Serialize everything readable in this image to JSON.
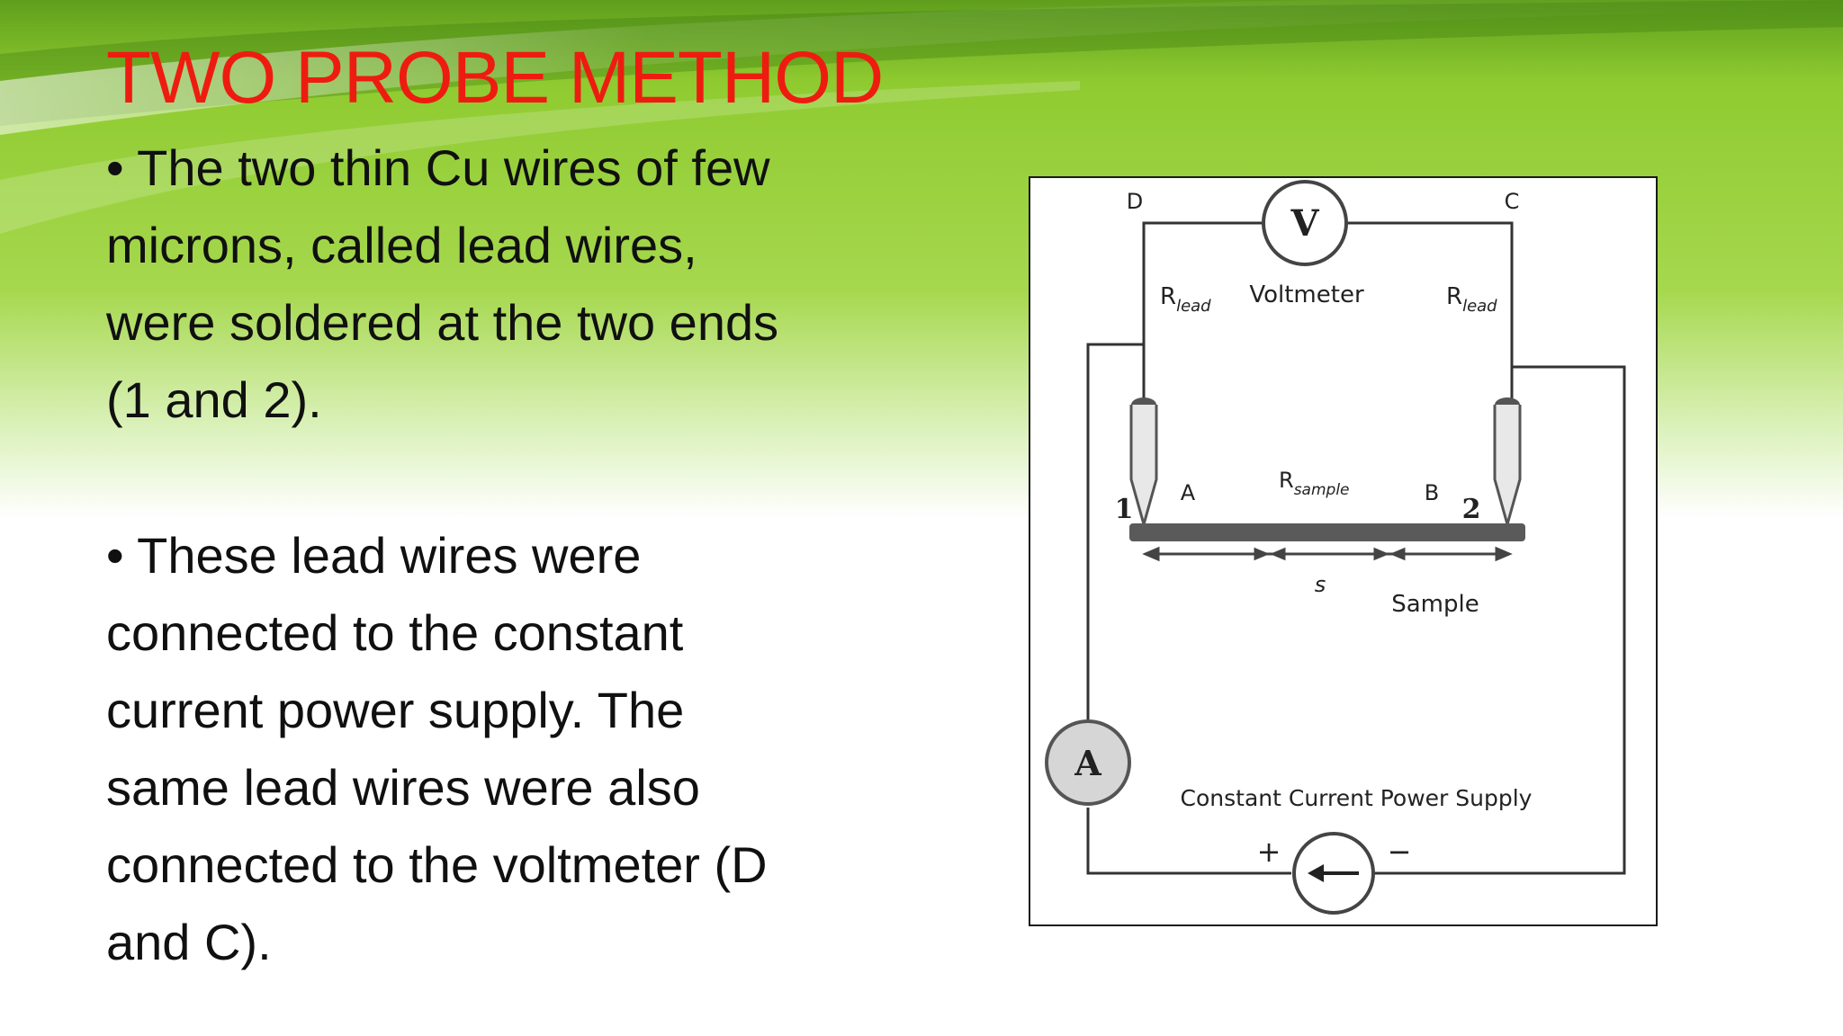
{
  "slide": {
    "title": "TWO PROBE METHOD",
    "bullets": [
      "•  The two thin Cu wires of few microns, called lead wires, were soldered at the two ends (1 and 2).",
      "• These lead wires were connected to the constant current power supply. The same lead wires were also connected to the voltmeter (D and C)."
    ]
  },
  "figure": {
    "node_d": "D",
    "node_c": "C",
    "voltmeter_symbol": "V",
    "voltmeter_label": "Voltmeter",
    "r_lead_left": {
      "base": "R",
      "sub": "lead"
    },
    "r_lead_right": {
      "base": "R",
      "sub": "lead"
    },
    "r_sample": {
      "base": "R",
      "sub": "sample"
    },
    "probe_1": "1",
    "probe_2": "2",
    "point_a": "A",
    "point_b": "B",
    "spacing_label": "s",
    "sample_label": "Sample",
    "ammeter_symbol": "A",
    "power_supply_label": "Constant Current Power Supply",
    "plus_sign": "+",
    "minus_sign": "−"
  },
  "colors": {
    "title": "#ee1c10",
    "background_green": "#8ccc2e",
    "text": "#101010"
  }
}
